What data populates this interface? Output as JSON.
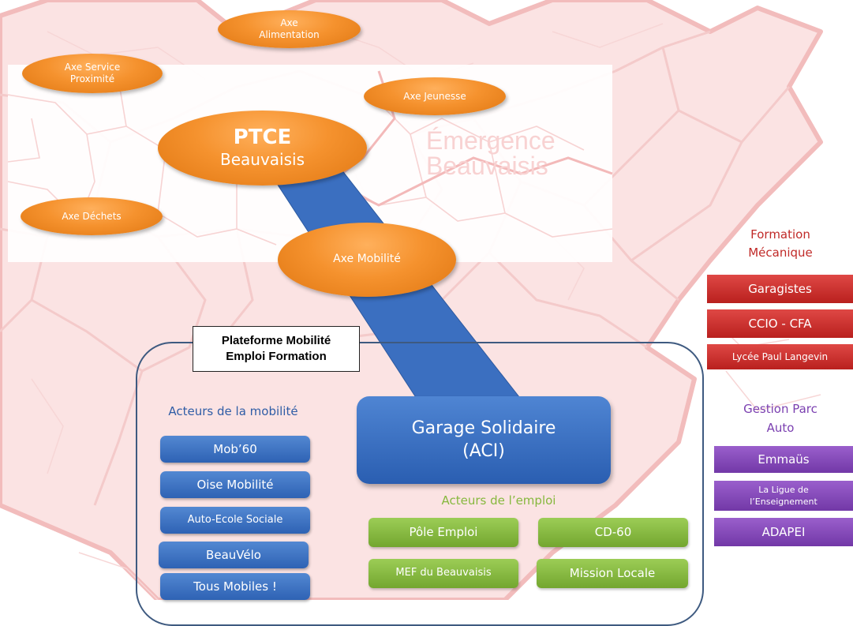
{
  "colors": {
    "map_stroke": "#f6c8c8",
    "map_fill": "#fbe1e1",
    "orange": "#f5922e",
    "blue": "#3a6fc0",
    "green": "#86b83e",
    "red": "#c62c2a",
    "purple": "#8548b8",
    "frame": "#3e5a80"
  },
  "watermark": {
    "line1": "Émergence",
    "line2": "Beauvaisis"
  },
  "hub": {
    "title": "PTCE",
    "subtitle": "Beauvaisis"
  },
  "axes": {
    "alimentation": "Axe\nAlimentation",
    "service": "Axe Service\nProximité",
    "jeunesse": "Axe Jeunesse",
    "dechets": "Axe Déchets",
    "mobilite": "Axe Mobilité"
  },
  "platform": {
    "label": "Plateforme Mobilité\nEmploi Formation"
  },
  "garage": {
    "line1": "Garage Solidaire",
    "line2": "(ACI)"
  },
  "mobility": {
    "heading": "Acteurs de la mobilité",
    "items": [
      "Mob’60",
      "Oise Mobilité",
      "Auto-Ecole Sociale",
      "BeauVélo",
      "Tous Mobiles !"
    ]
  },
  "employment": {
    "heading": "Acteurs de l’emploi",
    "items": [
      "Pôle Emploi",
      "CD-60",
      "MEF du Beauvaisis",
      "Mission Locale"
    ]
  },
  "formation": {
    "heading": "Formation\nMécanique",
    "items": [
      "Garagistes",
      "CCIO - CFA",
      "Lycée Paul Langevin"
    ]
  },
  "parc": {
    "heading": "Gestion Parc\nAuto",
    "items": [
      "Emmaüs",
      "La Ligue de\nl’Enseignement",
      "ADAPEI"
    ]
  }
}
